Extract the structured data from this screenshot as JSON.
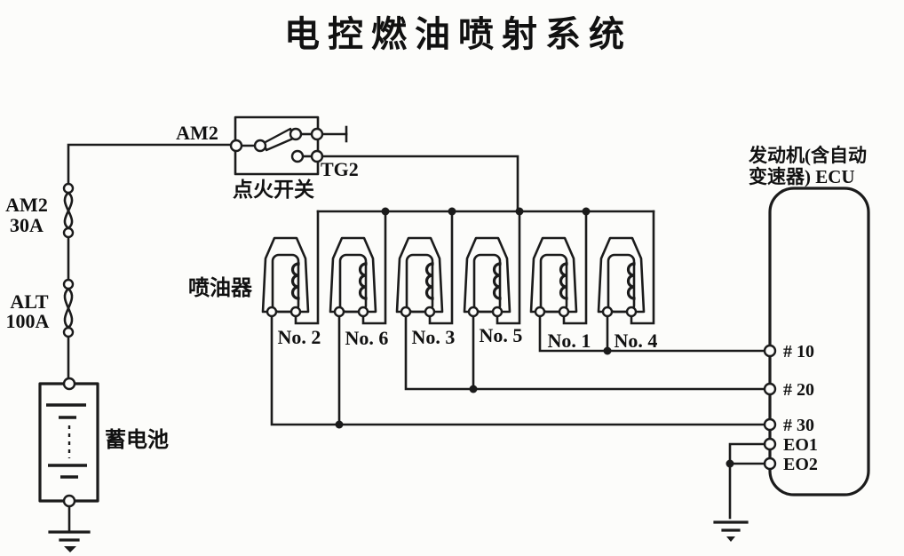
{
  "title": "电控燃油喷射系统",
  "power": {
    "am2_wire_label": "AM2",
    "fuse1": {
      "name": "AM2",
      "rating": "30A"
    },
    "fuse2": {
      "name": "ALT",
      "rating": "100A"
    },
    "battery_label": "蓄电池"
  },
  "ignition_switch": {
    "label": "点火开关",
    "tg2_label": "TG2"
  },
  "injectors": {
    "group_label": "喷油器",
    "labels": [
      "No. 2",
      "No. 6",
      "No. 3",
      "No. 5",
      "No. 1",
      "No. 4"
    ]
  },
  "ecu": {
    "title_line1": "发动机(含自动",
    "title_line2": "变速器) ECU",
    "terminals": [
      "# 10",
      "# 20",
      "# 30",
      "EO1",
      "EO2"
    ]
  },
  "colors": {
    "line": "#1b1b1b",
    "background": "#fcfcfa"
  }
}
